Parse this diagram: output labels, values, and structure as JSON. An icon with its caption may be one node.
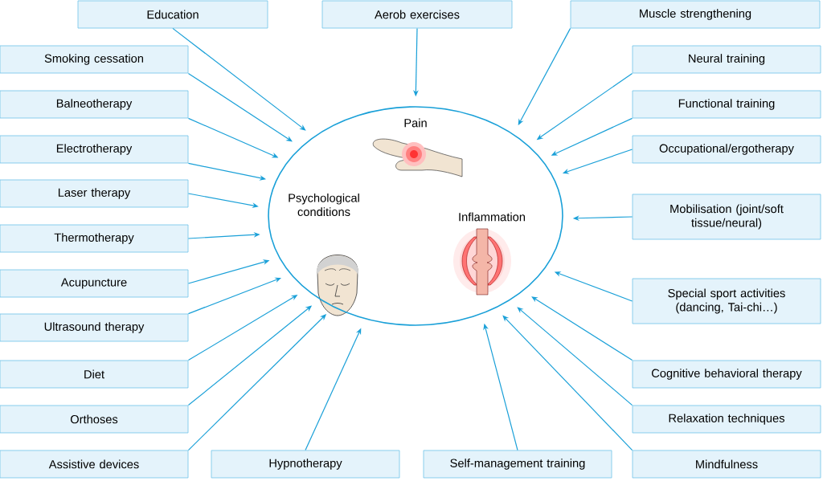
{
  "diagram": {
    "nodes": [
      {
        "text": [
          "Pain",
          "Psychological conditions",
          "Inflammation"
        ]
      },
      {
        "text": [
          "Education"
        ]
      },
      {
        "text": [
          "Aerob exercises"
        ]
      },
      {
        "text": [
          "Muscle strengthening"
        ]
      },
      {
        "text": [
          "Smoking cessation"
        ]
      },
      {
        "text": [
          "Neural training"
        ]
      },
      {
        "text": [
          "Balneotherapy"
        ]
      },
      {
        "text": [
          "Functional training"
        ]
      },
      {
        "text": [
          "Electrotherapy"
        ]
      },
      {
        "text": [
          "Occupational/ergotherapy"
        ]
      },
      {
        "text": [
          "Laser therapy"
        ]
      },
      {
        "text": [
          "Thermotherapy"
        ]
      },
      {
        "text": [
          "Mobilisation (joint/soft tissue/neural)"
        ]
      },
      {
        "text": [
          "Acupuncture"
        ]
      },
      {
        "text": [
          "Special sport activities (dancing, Tai-chi…)"
        ]
      },
      {
        "text": [
          "Ultrasound therapy"
        ]
      },
      {
        "text": [
          "Diet"
        ]
      },
      {
        "text": [
          "Cognitive behavioral therapy"
        ]
      },
      {
        "text": [
          "Orthoses"
        ]
      },
      {
        "text": [
          "Relaxation techniques"
        ]
      },
      {
        "text": [
          "Assistive devices"
        ]
      },
      {
        "text": [
          "Hypnotherapy"
        ]
      },
      {
        "text": [
          "Self-management training"
        ]
      },
      {
        "text": [
          "Mindfulness"
        ]
      }
    ],
    "edges": [
      {
        "from": 1,
        "to": 0,
        "arrow": "to"
      },
      {
        "from": 2,
        "to": 0,
        "arrow": "to"
      },
      {
        "from": 3,
        "to": 0,
        "arrow": "to"
      },
      {
        "from": 4,
        "to": 0,
        "arrow": "to"
      },
      {
        "from": 5,
        "to": 0,
        "arrow": "to"
      },
      {
        "from": 6,
        "to": 0,
        "arrow": "to"
      },
      {
        "from": 7,
        "to": 0,
        "arrow": "to"
      },
      {
        "from": 8,
        "to": 0,
        "arrow": "to"
      },
      {
        "from": 9,
        "to": 0,
        "arrow": "to"
      },
      {
        "from": 10,
        "to": 0,
        "arrow": "to"
      },
      {
        "from": 11,
        "to": 0,
        "arrow": "to"
      },
      {
        "from": 12,
        "to": 0,
        "arrow": "to"
      },
      {
        "from": 13,
        "to": 0,
        "arrow": "to"
      },
      {
        "from": 14,
        "to": 0,
        "arrow": "to"
      },
      {
        "from": 15,
        "to": 0,
        "arrow": "to"
      },
      {
        "from": 16,
        "to": 0,
        "arrow": "to"
      },
      {
        "from": 17,
        "to": 0,
        "arrow": "to"
      },
      {
        "from": 18,
        "to": 0,
        "arrow": "to"
      },
      {
        "from": 19,
        "to": 0,
        "arrow": "to"
      },
      {
        "from": 20,
        "to": 0,
        "arrow": "to"
      },
      {
        "from": 21,
        "to": 0,
        "arrow": "to"
      },
      {
        "from": 22,
        "to": 0,
        "arrow": "to"
      },
      {
        "from": 23,
        "to": 0,
        "arrow": "to"
      }
    ]
  }
}
